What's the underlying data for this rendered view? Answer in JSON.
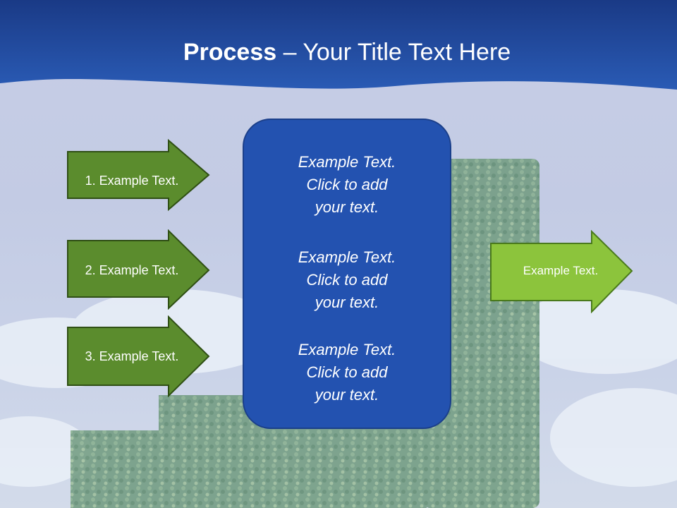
{
  "slide": {
    "title_bold": "Process",
    "title_rest": " – Your Title Text Here"
  },
  "left_arrows": [
    {
      "label": "1. Example Text."
    },
    {
      "label": "2. Example Text."
    },
    {
      "label": "3. Example Text."
    }
  ],
  "center_panel": {
    "blocks": [
      {
        "lines": [
          "Example Text.",
          "Click  to add",
          "your text."
        ]
      },
      {
        "lines": [
          "Example Text.",
          "Click  to add",
          "your text."
        ]
      },
      {
        "lines": [
          "Example Text.",
          "Click  to add",
          "your text."
        ]
      }
    ]
  },
  "right_arrow": {
    "label": "Example Text."
  },
  "colors": {
    "title_band": "#2352b0",
    "left_arrow_fill": "#5b8c2d",
    "left_arrow_border": "#2f4f14",
    "panel_fill": "#2352b0",
    "right_arrow_fill": "#8cc43c",
    "right_arrow_border": "#4a7a1c"
  }
}
